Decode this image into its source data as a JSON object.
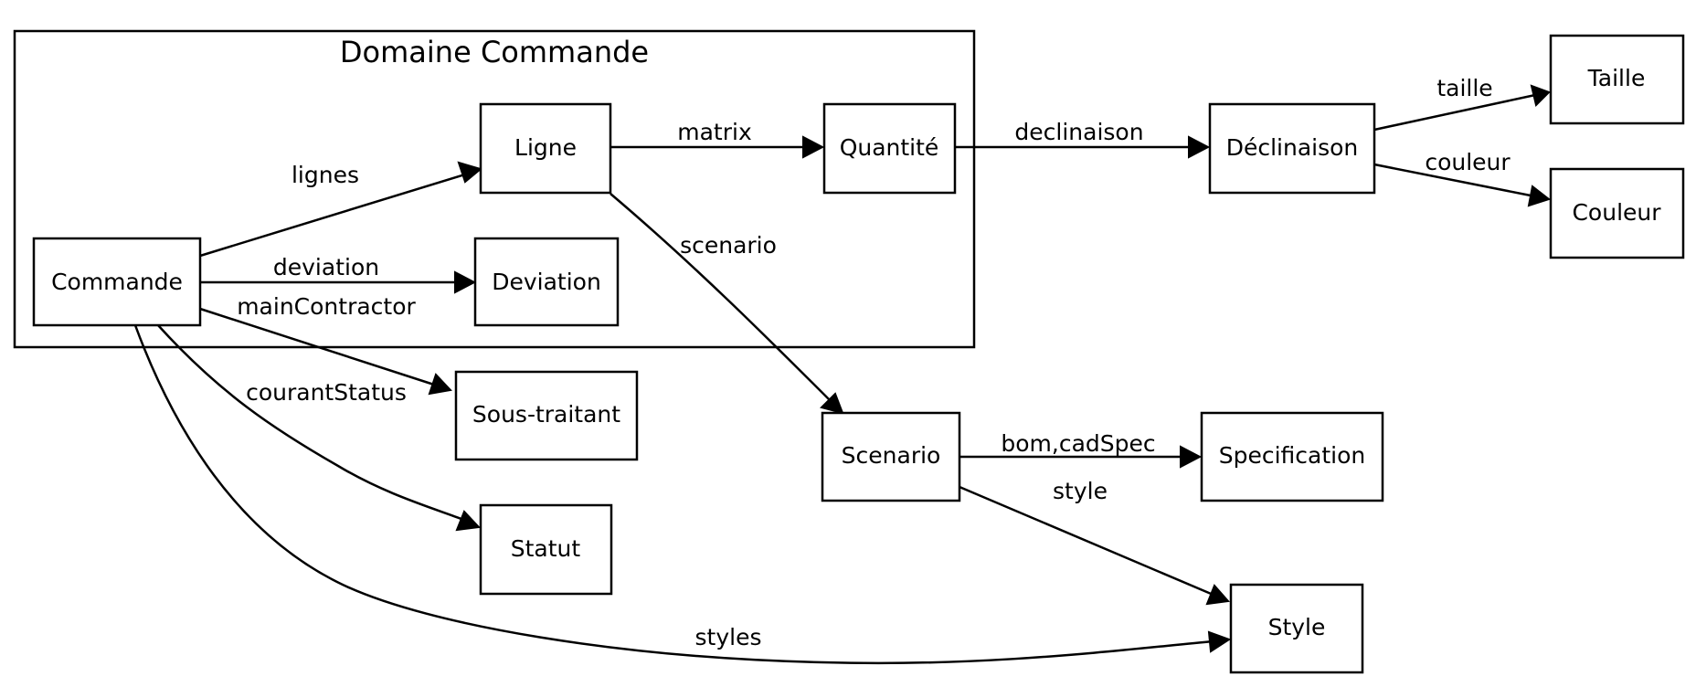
{
  "cluster": {
    "label": "Domaine Commande"
  },
  "nodes": {
    "commande": "Commande",
    "ligne": "Ligne",
    "quantite": "Quantité",
    "deviation": "Deviation",
    "declinaison": "Déclinaison",
    "taille": "Taille",
    "couleur": "Couleur",
    "sous_traitant": "Sous-traitant",
    "statut": "Statut",
    "scenario": "Scenario",
    "specification": "Specification",
    "style": "Style"
  },
  "edges": {
    "lignes": "lignes",
    "matrix": "matrix",
    "declinaison": "declinaison",
    "taille": "taille",
    "couleur": "couleur",
    "deviation": "deviation",
    "main_contractor": "mainContractor",
    "courant_status": "courantStatus",
    "scenario": "scenario",
    "bom_cadspec": "bom,cadSpec",
    "style": "style",
    "styles": "styles"
  }
}
